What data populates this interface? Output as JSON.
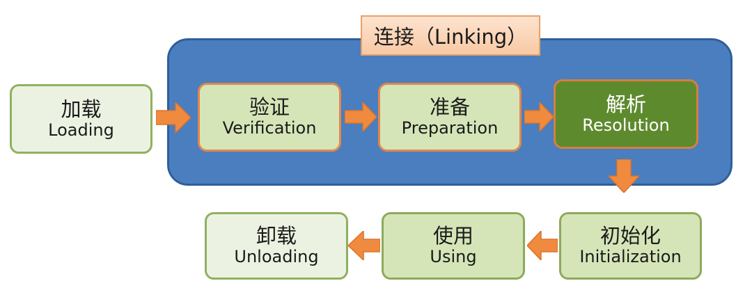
{
  "linking": {
    "title": "连接（Linking）"
  },
  "stages": {
    "loading": {
      "zh": "加载",
      "en": "Loading"
    },
    "verification": {
      "zh": "验证",
      "en": "Verification"
    },
    "preparation": {
      "zh": "准备",
      "en": "Preparation"
    },
    "resolution": {
      "zh": "解析",
      "en": "Resolution"
    },
    "initialization": {
      "zh": "初始化",
      "en": "Initialization"
    },
    "using": {
      "zh": "使用",
      "en": "Using"
    },
    "unloading": {
      "zh": "卸载",
      "en": "Unloading"
    }
  },
  "colors": {
    "linking_region": "#4a7ebf",
    "arrow": "#f08a3e",
    "light_stage": "#ecf2e2",
    "linking_stage": "#d5e5b8",
    "highlight_stage": "#5e8a2e"
  },
  "flow": [
    "loading",
    "verification",
    "preparation",
    "resolution",
    "initialization",
    "using",
    "unloading"
  ]
}
